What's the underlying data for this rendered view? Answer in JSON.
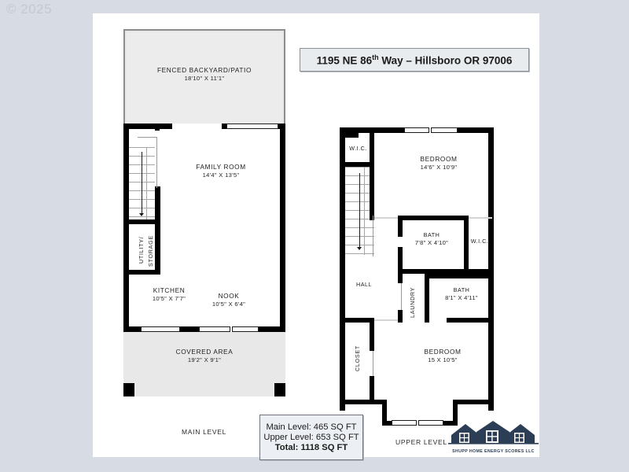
{
  "watermark": "© 2025",
  "address": {
    "prefix": "1195 NE 86",
    "sup": "th",
    "suffix": " Way – Hillsboro OR 97006"
  },
  "summary": {
    "main": "Main Level: 465 SQ FT",
    "upper": "Upper Level: 653 SQ FT",
    "total": "Total: 1118 SQ FT"
  },
  "captions": {
    "main_level": "MAIN LEVEL",
    "upper_level": "UPPER LEVEL"
  },
  "logo": {
    "text": "SHUPP HOME ENERGY SCORES LLC"
  },
  "main_level": {
    "rooms": [
      {
        "name": "FENCED BACKYARD/PATIO",
        "dim": "18'10\" X 11'1\""
      },
      {
        "name": "FAMILY ROOM",
        "dim": "14'4\" X 13'5\""
      },
      {
        "name": "KITCHEN",
        "dim": "10'5\" X 7'7\""
      },
      {
        "name": "NOOK",
        "dim": "10'5\" X 6'4\""
      },
      {
        "name": "COVERED AREA",
        "dim": "19'2\" X 9'1\""
      },
      {
        "name": "UTILITY/",
        "dim": "STORAGE"
      }
    ]
  },
  "upper_level": {
    "rooms": [
      {
        "name": "W.I.C.",
        "dim": ""
      },
      {
        "name": "BEDROOM",
        "dim": "14'6\" X 10'9\""
      },
      {
        "name": "BATH",
        "dim": "7'8\" X 4'10\""
      },
      {
        "name": "W.I.C.",
        "dim": ""
      },
      {
        "name": "HALL",
        "dim": ""
      },
      {
        "name": "LAUNDRY",
        "dim": ""
      },
      {
        "name": "BATH",
        "dim": "8'1\" X 4'11\""
      },
      {
        "name": "CLOSET",
        "dim": ""
      },
      {
        "name": "BEDROOM",
        "dim": "15 X 10'5\""
      }
    ]
  }
}
